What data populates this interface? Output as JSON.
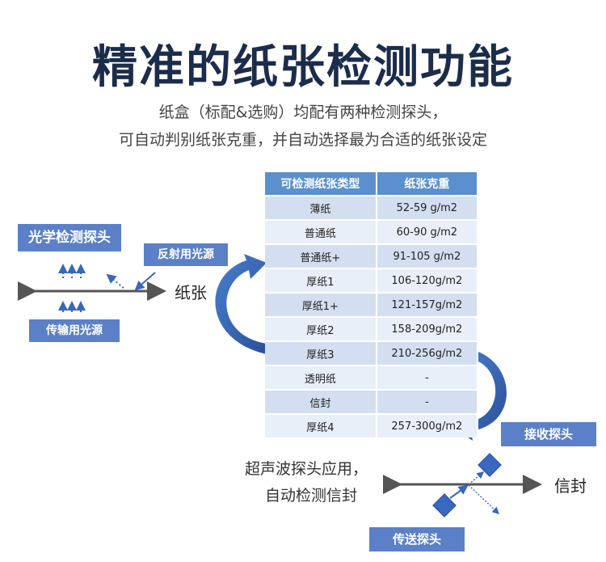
{
  "title": "精准的纸张检测功能",
  "subtitle_line1": "纸盒（标配&选购）均配有两种检测探头，",
  "subtitle_line2": "可自动判别纸张克重，并自动选择最为合适的纸张设定",
  "table": {
    "headers": [
      "可检测纸张类型",
      "纸张克重"
    ],
    "rows": [
      [
        "薄纸",
        "52-59 g/m2"
      ],
      [
        "普通纸",
        "60-90 g/m2"
      ],
      [
        "普通纸+",
        "91-105 g/m2"
      ],
      [
        "厚纸1",
        "106-120g/m2"
      ],
      [
        "厚纸1+",
        "121-157g/m2"
      ],
      [
        "厚纸2",
        "158-209g/m2"
      ],
      [
        "厚纸3",
        "210-256g/m2"
      ],
      [
        "透明纸",
        "-"
      ],
      [
        "信封",
        "-"
      ],
      [
        "厚纸4",
        "257-300g/m2"
      ]
    ]
  },
  "optical": {
    "probe_label": "光学检测探头",
    "reflect_label": "反射用光源",
    "transmit_label": "传输用光源",
    "paper_label": "纸张"
  },
  "ultrasonic": {
    "desc_line1": "超声波探头应用，",
    "desc_line2": "自动检测信封",
    "receive_label": "接收探头",
    "send_label": "传送探头",
    "envelope_label": "信封"
  },
  "colors": {
    "title": "#1c2d4b",
    "box": "#5b80c8",
    "table_header": "#5b8fcd",
    "arrow": "#3a68b8"
  }
}
